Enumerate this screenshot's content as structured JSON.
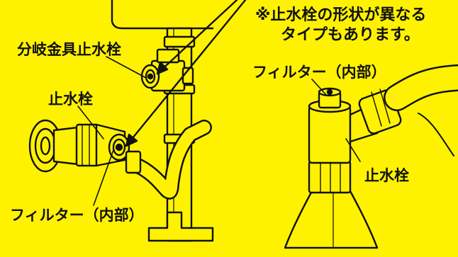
{
  "labels": {
    "branch_valve": "分岐金具止水栓",
    "stop_valve_left": "止水栓",
    "filter_left": "フィルター（内部）",
    "note_line1": "※止水栓の形状が異なる",
    "note_line2": "タイプもあります。",
    "filter_right": "フィルター（内部）",
    "stop_valve_right": "止水栓"
  },
  "colors": {
    "background": "#fff200",
    "line": "#111111",
    "fill": "#fff200"
  }
}
